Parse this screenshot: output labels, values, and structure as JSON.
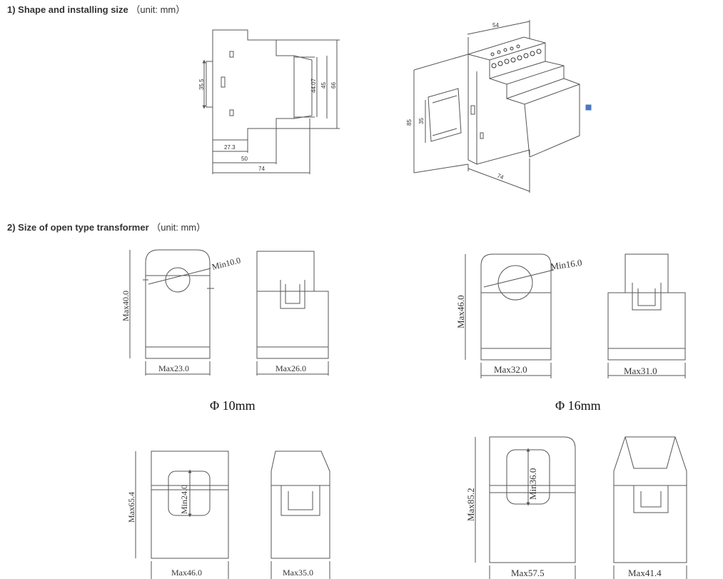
{
  "section1": {
    "title": "1) Shape and installing size",
    "unit": "（unit: mm）"
  },
  "section2": {
    "title": "2) Size of open type transformer",
    "unit": "（unit: mm）"
  },
  "side_view": {
    "labels": [
      "35.5",
      "44.07",
      "45",
      "66",
      "27.3",
      "50",
      "74"
    ]
  },
  "iso_view": {
    "labels": [
      "54",
      "85",
      "35",
      "74"
    ]
  },
  "transformers": [
    {
      "caption": "Φ 10mm",
      "height": "Max40.0",
      "hole": "Min10.0",
      "width": "Max23.0",
      "depth": "Max26.0"
    },
    {
      "caption": "Φ 16mm",
      "height": "Max46.0",
      "hole": "Min16.0",
      "width": "Max32.0",
      "depth": "Max31.0"
    },
    {
      "caption": "",
      "height": "Max65.4",
      "hole": "Min24.0",
      "width": "Max46.0",
      "depth": "Max35.0"
    },
    {
      "caption": "",
      "height": "Max85.2",
      "hole": "Min36.0",
      "width": "Max57.5",
      "depth": "Max41.4"
    }
  ],
  "colors": {
    "line": "#555555",
    "text": "#333333",
    "marker": "#4a78c0"
  }
}
